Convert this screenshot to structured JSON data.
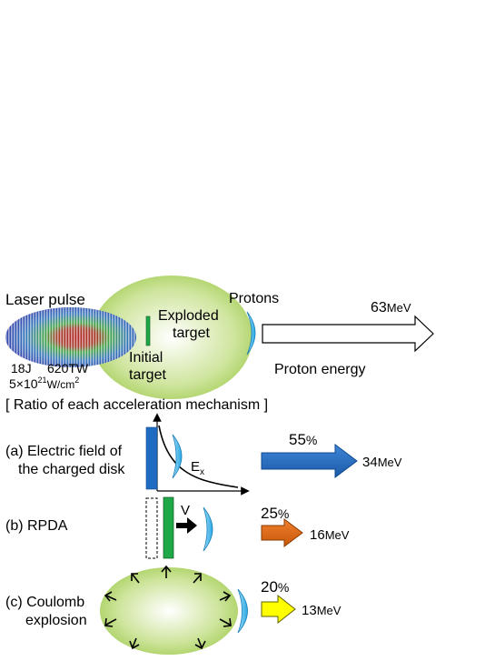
{
  "colors": {
    "laser_red": "#a01818",
    "laser_green": "#2a9a2a",
    "laser_blue": "#2040c0",
    "plasma_green": "#a9d060",
    "proton_cyan": "#48c0ee",
    "target_green": "#1fa848",
    "electric_blue": "#1f6bc1",
    "rpda_orange": "#e06a10",
    "coulomb_yellow": "#ffff00"
  },
  "top": {
    "laser_label": "Laser pulse",
    "energy": "18J",
    "power": "620TW",
    "intensity_base": "5×10",
    "intensity_exp": "21",
    "intensity_unit": "W/cm",
    "intensity_unit_exp": "2",
    "initial_target_line1": "Initial",
    "initial_target_line2": "target",
    "exploded_target_line1": "Exploded",
    "exploded_target_line2": "target",
    "protons_label": "Protons",
    "max_energy_value": "63",
    "max_energy_unit": "MeV",
    "proton_energy_label": "Proton energy"
  },
  "section_title": "[ Ratio of each acceleration mechanism ]",
  "mechanisms": {
    "a": {
      "label_line1": "(a) Electric field of",
      "label_line2": "the charged disk",
      "field_label": "E",
      "field_sub": "x",
      "percent_value": "55",
      "percent_sign": "%",
      "energy_value": "34",
      "energy_unit": "MeV",
      "ratio": 0.55
    },
    "b": {
      "label": "(b) RPDA",
      "velocity_label": "V",
      "percent_value": "25",
      "percent_sign": "%",
      "energy_value": "16",
      "energy_unit": "MeV",
      "ratio": 0.25
    },
    "c": {
      "label_line1": "(c) Coulomb",
      "label_line2": "explosion",
      "percent_value": "20",
      "percent_sign": "%",
      "energy_value": "13",
      "energy_unit": "MeV",
      "ratio": 0.2
    }
  }
}
